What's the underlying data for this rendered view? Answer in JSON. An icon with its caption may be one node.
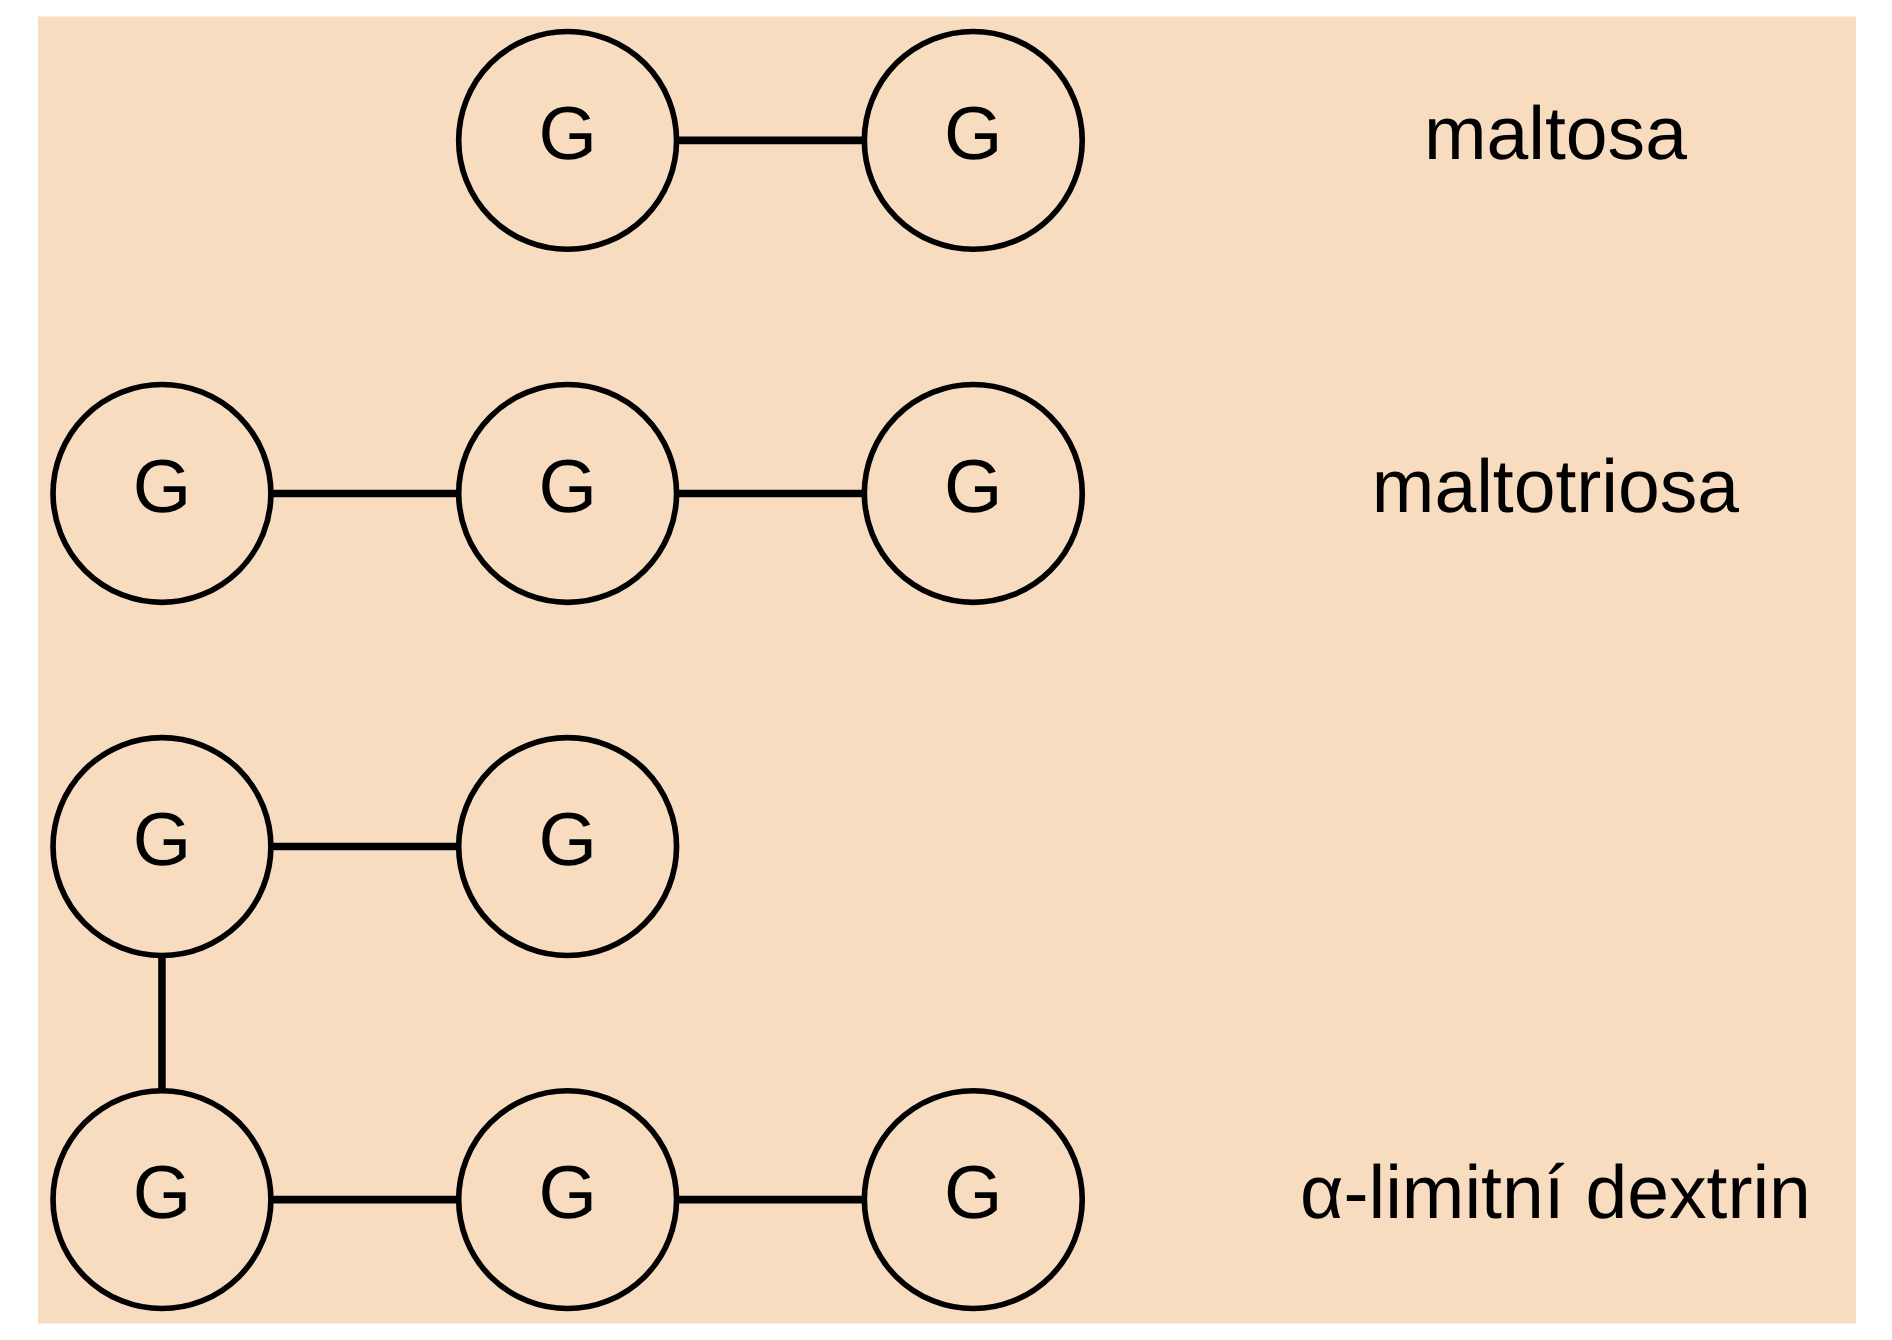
{
  "diagram": {
    "nodes": [
      {
        "text": [
          "G"
        ]
      },
      {
        "text": [
          "G"
        ]
      },
      {
        "text": [
          "G"
        ]
      },
      {
        "text": [
          "G"
        ]
      },
      {
        "text": [
          "G"
        ]
      },
      {
        "text": [
          "G"
        ]
      },
      {
        "text": [
          "G"
        ]
      },
      {
        "text": [
          "G"
        ]
      },
      {
        "text": [
          "G"
        ]
      },
      {
        "text": [
          "G"
        ]
      }
    ],
    "edges": [
      {
        "from": 0,
        "to": 1,
        "arrow": "none"
      },
      {
        "from": 0,
        "to": 2,
        "arrow": "none"
      },
      {
        "from": 2,
        "to": 3,
        "arrow": "none"
      },
      {
        "from": 3,
        "to": 4,
        "arrow": "none"
      },
      {
        "from": 5,
        "to": 6,
        "arrow": "none"
      },
      {
        "from": 6,
        "to": 7,
        "arrow": "none"
      },
      {
        "from": 8,
        "to": 9,
        "arrow": "none"
      }
    ],
    "labels": [
      "α-limitní dextrin",
      "maltotriosa",
      "maltosa"
    ]
  }
}
